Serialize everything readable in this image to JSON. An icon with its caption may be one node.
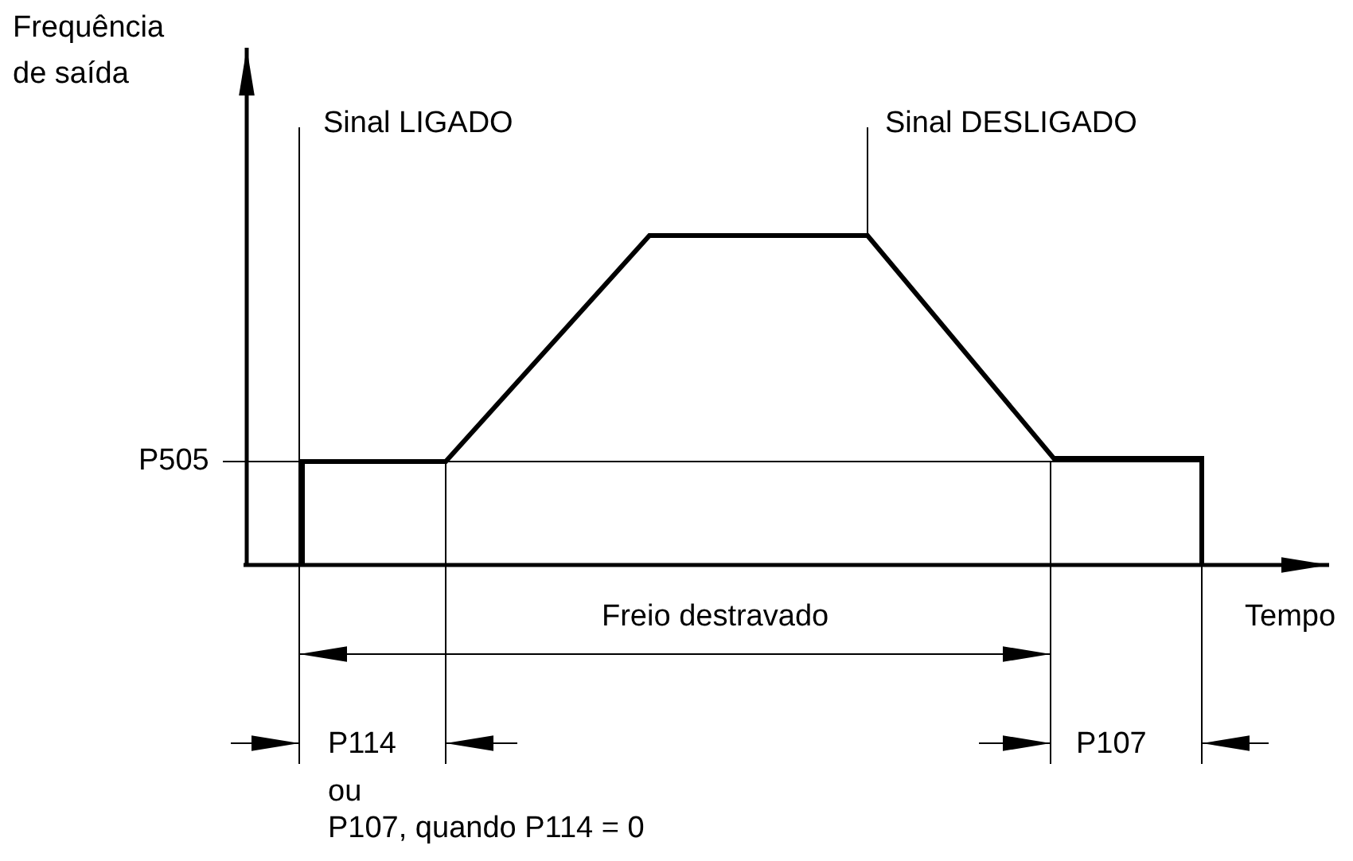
{
  "diagram": {
    "labels": [
      "Frequência de saída",
      "Sinal LIGADO",
      "Sinal DESLIGADO",
      "P505",
      "Freio destravado",
      "Tempo",
      "P114",
      "ou",
      "P107, quando P114 = 0",
      "P107"
    ]
  }
}
